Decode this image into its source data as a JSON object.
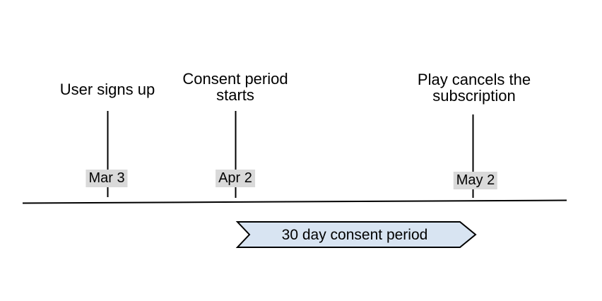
{
  "diagram": {
    "events": [
      {
        "label": "User signs up",
        "date": "Mar 3"
      },
      {
        "label": "Consent period starts",
        "date": "Apr 2"
      },
      {
        "label": "Play cancels the subscription",
        "date": "May 2"
      }
    ],
    "consent_banner": {
      "label": "30 day consent period"
    },
    "colors": {
      "banner_fill": "#d8e4f2",
      "banner_stroke": "#000000",
      "date_badge_bg": "#d9d9d9",
      "line": "#000000",
      "text": "#000000",
      "background": "#ffffff"
    }
  }
}
